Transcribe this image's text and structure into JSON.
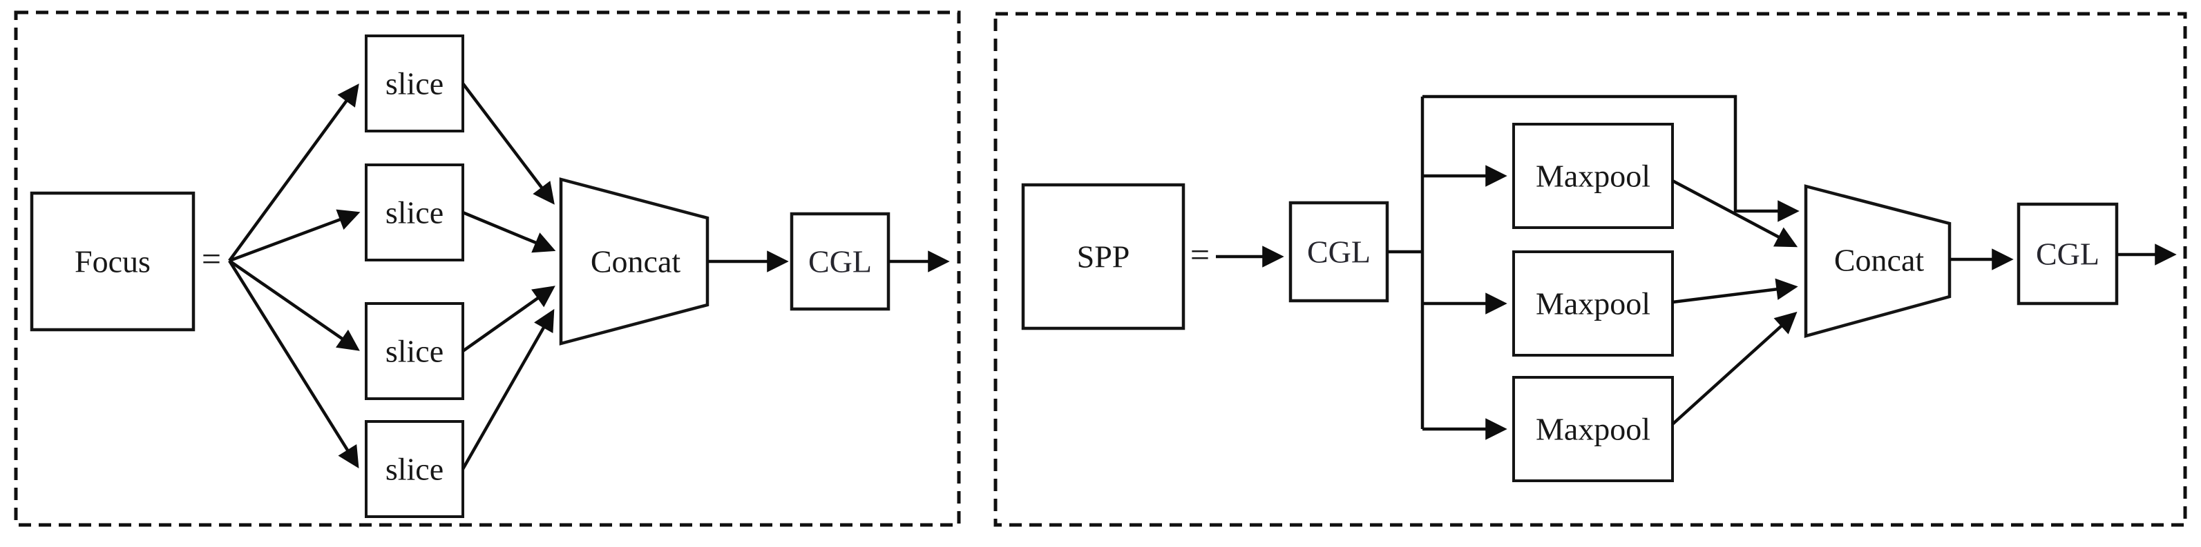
{
  "page": {
    "background": "#ffffff"
  },
  "diagram": {
    "description": "Two-panel neural network module diagram",
    "panels": [
      {
        "name": "focus-module",
        "main_label": "Focus",
        "equals_sign": "=",
        "slice_labels": [
          "slice",
          "slice",
          "slice",
          "slice"
        ],
        "concat_label": "Concat",
        "cgl_label": "CGL",
        "colors": {
          "main_fill": "#FAEDCA",
          "cgl_fill": "#F2F2F2",
          "node_fill": "#FFFFFF",
          "stroke": "#141414"
        }
      },
      {
        "name": "spp-module",
        "main_label": "SPP",
        "equals_sign": "=",
        "cgl_in_label": "CGL",
        "maxpool_labels": [
          "Maxpool",
          "Maxpool",
          "Maxpool"
        ],
        "concat_label": "Concat",
        "cgl_out_label": "CGL",
        "colors": {
          "main_fill": "#CCDBF1",
          "cgl_fill": "#F2F2F2",
          "node_fill": "#FFFFFF",
          "stroke": "#141414"
        }
      }
    ]
  }
}
